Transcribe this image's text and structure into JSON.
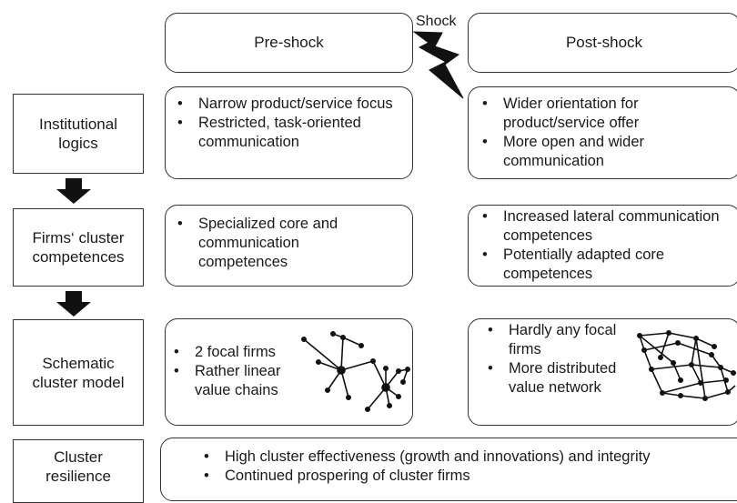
{
  "headers": {
    "pre": "Pre-shock",
    "post": "Post-shock",
    "shock": "Shock"
  },
  "rows": [
    {
      "label": "Institutional logics",
      "pre": [
        "Narrow product/service focus",
        "Restricted, task-oriented communication"
      ],
      "post": [
        "Wider orientation for product/service offer",
        "More open and wider communication"
      ]
    },
    {
      "label": "Firms‘ cluster competences",
      "pre": [
        "Specialized core and communication competences"
      ],
      "post": [
        "Increased lateral communication competences",
        "Potentially adapted core competences"
      ]
    },
    {
      "label": "Schematic cluster model",
      "pre": [
        "2 focal firms",
        "Rather linear value chains"
      ],
      "post": [
        "Hardly any focal firms",
        "More distributed value network"
      ]
    }
  ],
  "resilience": {
    "label": "Cluster resilience",
    "items": [
      "High cluster effectiveness (growth and innovations) and integrity",
      "Continued prospering of cluster firms"
    ]
  },
  "bullet": "•"
}
